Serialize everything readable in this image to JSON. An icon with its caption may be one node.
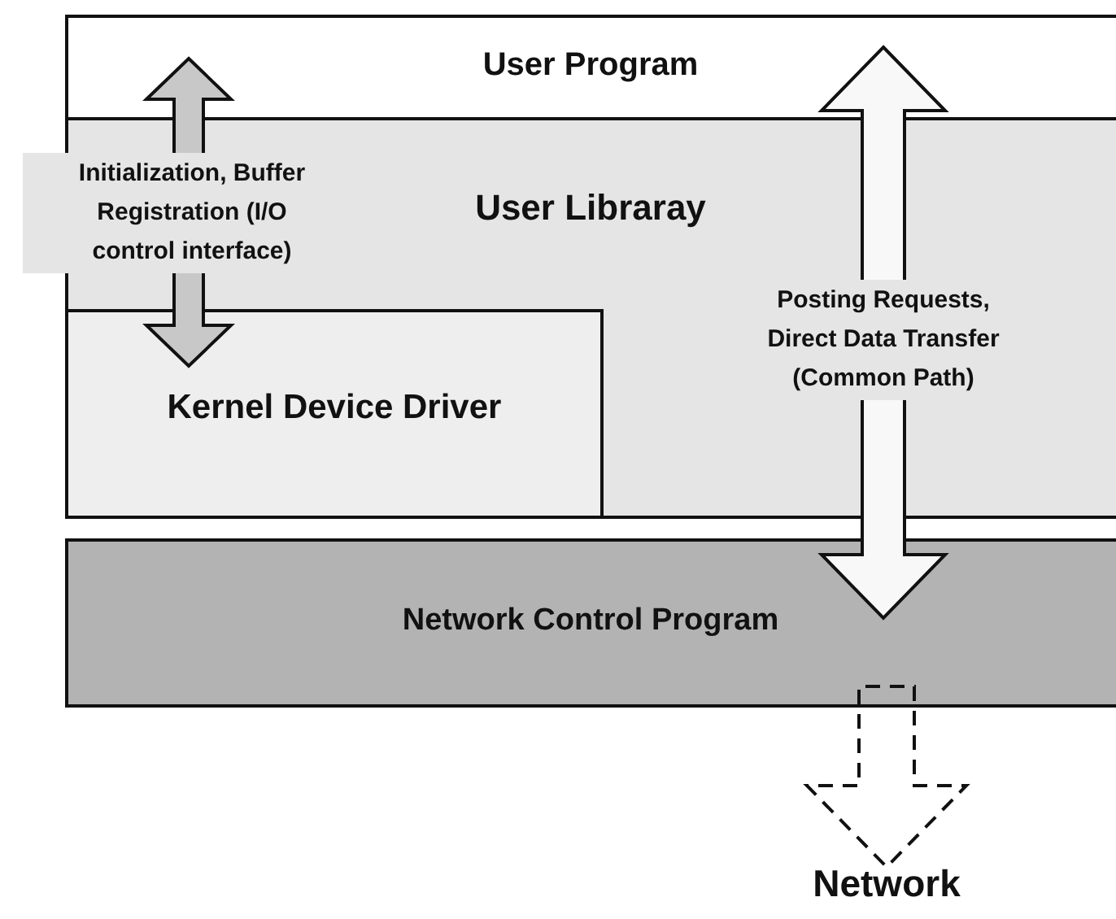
{
  "diagram": {
    "nodes": [
      {
        "text": [
          "User Program"
        ]
      },
      {
        "text": [
          "User Libraray"
        ]
      },
      {
        "text": [
          "Kernel Device Driver"
        ],
        "in": 1
      },
      {
        "text": [
          "Network Control Program"
        ]
      },
      {
        "text": [
          "Network"
        ]
      }
    ],
    "edges": [
      {
        "from": 0,
        "to": 2,
        "arrow": "both",
        "label": "Initialization, Buffer Registration (I/O control interface)"
      },
      {
        "from": 0,
        "to": 3,
        "arrow": "both",
        "label": "Posting Requests, Direct Data Transfer (Common Path)"
      },
      {
        "from": 3,
        "to": 4,
        "arrow": "to",
        "style": "dashed"
      }
    ]
  }
}
